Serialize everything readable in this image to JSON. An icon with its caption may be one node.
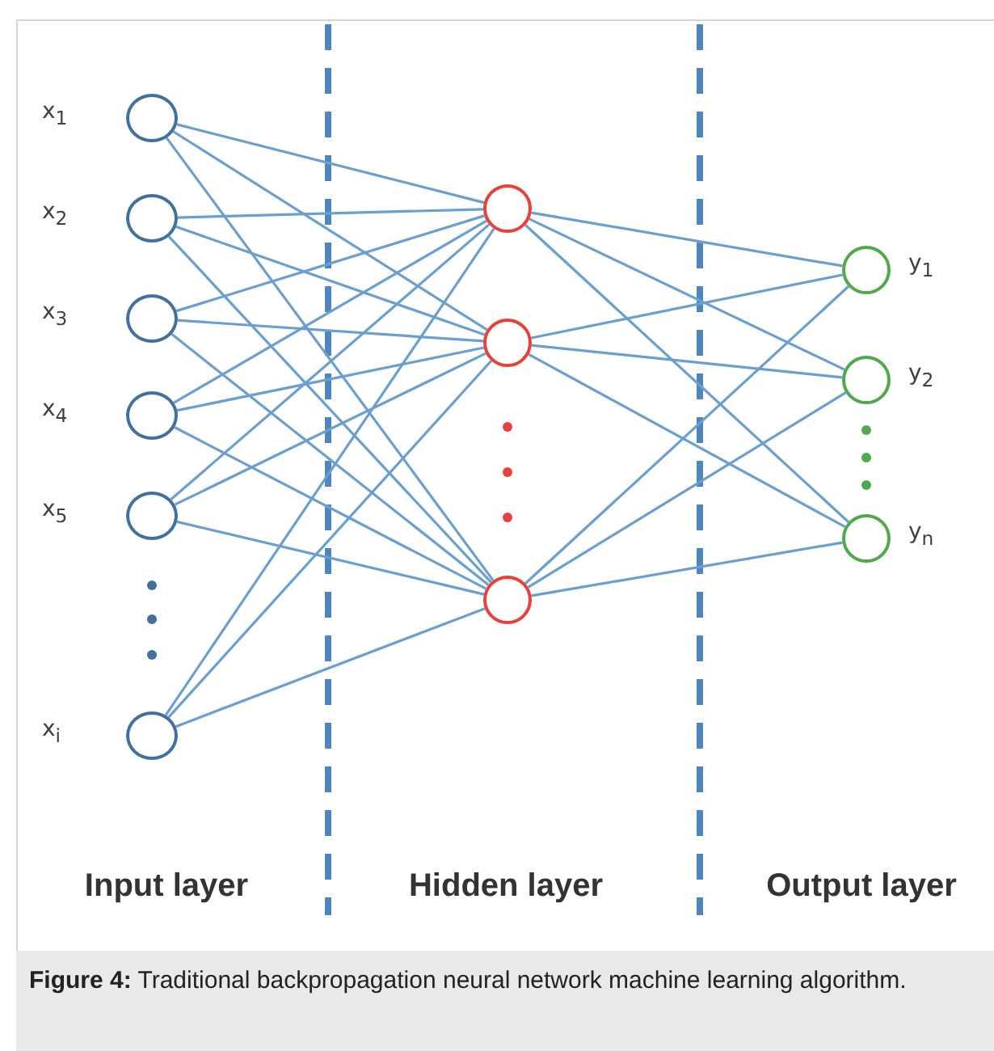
{
  "diagram": {
    "caption": "**Figure 4:** Traditional backpropagation neural network machine learning algorithm.",
    "nodes": [
      {
        "text": [],
        "shape": "circle",
        "beside": [
          "x$_{1}$"
        ]
      },
      {
        "text": [],
        "shape": "circle",
        "beside": [
          "x$_{2}$"
        ]
      },
      {
        "text": [],
        "shape": "circle",
        "beside": [
          "x$_{3}$"
        ]
      },
      {
        "text": [],
        "shape": "circle",
        "beside": [
          "x$_{4}$"
        ]
      },
      {
        "text": [],
        "shape": "circle",
        "beside": [
          "x$_{5}$"
        ]
      },
      {
        "text": [],
        "shape": "circle",
        "beside": [
          "x$_{i}$"
        ]
      },
      {
        "text": [],
        "shape": "circle"
      },
      {
        "text": [],
        "shape": "circle"
      },
      {
        "text": [],
        "shape": "circle"
      },
      {
        "text": [],
        "shape": "circle",
        "beside": [
          "y$_{1}$"
        ]
      },
      {
        "text": [],
        "shape": "circle",
        "beside": [
          "y$_{2}$"
        ]
      },
      {
        "text": [],
        "shape": "circle",
        "beside": [
          "y$_{n}$"
        ]
      }
    ],
    "edges": [
      {
        "from": 0,
        "to": 6,
        "arrow": "none"
      },
      {
        "from": 0,
        "to": 7,
        "arrow": "none"
      },
      {
        "from": 0,
        "to": 8,
        "arrow": "none"
      },
      {
        "from": 1,
        "to": 6,
        "arrow": "none"
      },
      {
        "from": 1,
        "to": 7,
        "arrow": "none"
      },
      {
        "from": 1,
        "to": 8,
        "arrow": "none"
      },
      {
        "from": 2,
        "to": 6,
        "arrow": "none"
      },
      {
        "from": 2,
        "to": 7,
        "arrow": "none"
      },
      {
        "from": 2,
        "to": 8,
        "arrow": "none"
      },
      {
        "from": 3,
        "to": 6,
        "arrow": "none"
      },
      {
        "from": 3,
        "to": 7,
        "arrow": "none"
      },
      {
        "from": 3,
        "to": 8,
        "arrow": "none"
      },
      {
        "from": 4,
        "to": 6,
        "arrow": "none"
      },
      {
        "from": 4,
        "to": 7,
        "arrow": "none"
      },
      {
        "from": 4,
        "to": 8,
        "arrow": "none"
      },
      {
        "from": 5,
        "to": 6,
        "arrow": "none"
      },
      {
        "from": 5,
        "to": 7,
        "arrow": "none"
      },
      {
        "from": 5,
        "to": 8,
        "arrow": "none"
      },
      {
        "from": 6,
        "to": 9,
        "arrow": "none"
      },
      {
        "from": 6,
        "to": 10,
        "arrow": "none"
      },
      {
        "from": 6,
        "to": 11,
        "arrow": "none"
      },
      {
        "from": 7,
        "to": 9,
        "arrow": "none"
      },
      {
        "from": 7,
        "to": 10,
        "arrow": "none"
      },
      {
        "from": 7,
        "to": 11,
        "arrow": "none"
      },
      {
        "from": 8,
        "to": 9,
        "arrow": "none"
      },
      {
        "from": 8,
        "to": 10,
        "arrow": "none"
      },
      {
        "from": 8,
        "to": 11,
        "arrow": "none"
      }
    ],
    "labels": [
      "Input layer",
      "Hidden layer",
      "Output layer"
    ]
  }
}
